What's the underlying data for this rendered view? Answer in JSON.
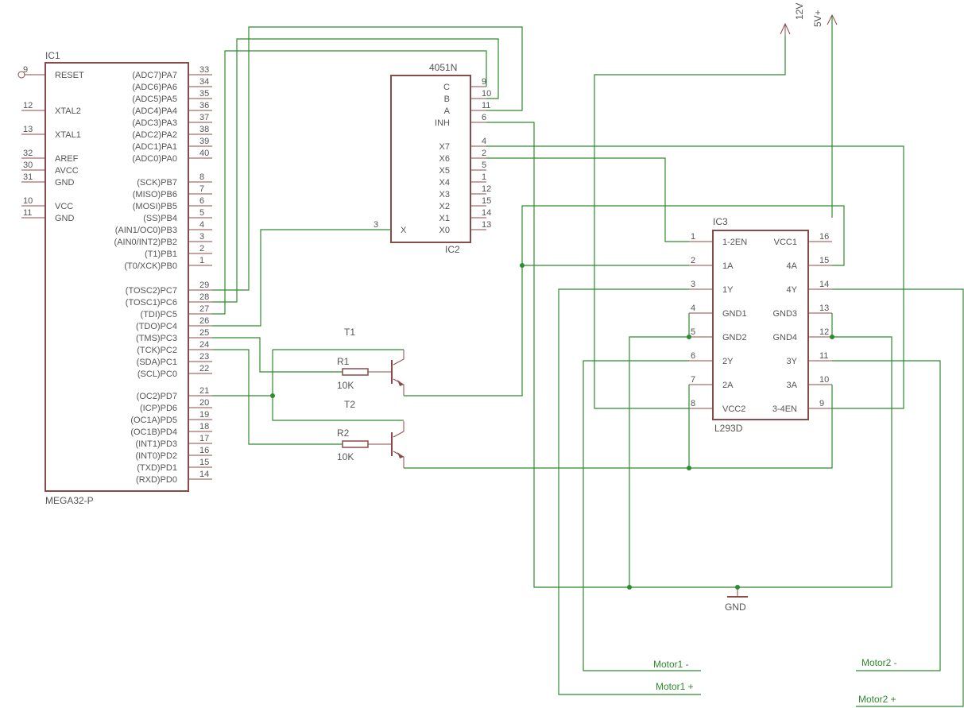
{
  "ic1": {
    "name": "IC1",
    "value": "MEGA32-P",
    "left_pins": [
      {
        "num": "9",
        "label": "RESET"
      },
      {
        "num": "12",
        "label": "XTAL2"
      },
      {
        "num": "13",
        "label": "XTAL1"
      },
      {
        "num": "32",
        "label": "AREF"
      },
      {
        "num": "30",
        "label": "AVCC"
      },
      {
        "num": "31",
        "label": "GND"
      },
      {
        "num": "10",
        "label": "VCC"
      },
      {
        "num": "11",
        "label": "GND"
      }
    ],
    "right_pins": [
      {
        "num": "33",
        "label": "(ADC7)PA7"
      },
      {
        "num": "34",
        "label": "(ADC6)PA6"
      },
      {
        "num": "35",
        "label": "(ADC5)PA5"
      },
      {
        "num": "36",
        "label": "(ADC4)PA4"
      },
      {
        "num": "37",
        "label": "(ADC3)PA3"
      },
      {
        "num": "38",
        "label": "(ADC2)PA2"
      },
      {
        "num": "39",
        "label": "(ADC1)PA1"
      },
      {
        "num": "40",
        "label": "(ADC0)PA0"
      },
      {
        "num": "8",
        "label": "(SCK)PB7"
      },
      {
        "num": "7",
        "label": "(MISO)PB6"
      },
      {
        "num": "6",
        "label": "(MOSI)PB5"
      },
      {
        "num": "5",
        "label": "(SS)PB4"
      },
      {
        "num": "4",
        "label": "(AIN1/OC0)PB3"
      },
      {
        "num": "3",
        "label": "(AIN0/INT2)PB2"
      },
      {
        "num": "2",
        "label": "(T1)PB1"
      },
      {
        "num": "1",
        "label": "(T0/XCK)PB0"
      },
      {
        "num": "29",
        "label": "(TOSC2)PC7"
      },
      {
        "num": "28",
        "label": "(TOSC1)PC6"
      },
      {
        "num": "27",
        "label": "(TDI)PC5"
      },
      {
        "num": "26",
        "label": "(TDO)PC4"
      },
      {
        "num": "25",
        "label": "(TMS)PC3"
      },
      {
        "num": "24",
        "label": "(TCK)PC2"
      },
      {
        "num": "23",
        "label": "(SDA)PC1"
      },
      {
        "num": "22",
        "label": "(SCL)PC0"
      },
      {
        "num": "21",
        "label": "(OC2)PD7"
      },
      {
        "num": "20",
        "label": "(ICP)PD6"
      },
      {
        "num": "19",
        "label": "(OC1A)PD5"
      },
      {
        "num": "18",
        "label": "(OC1B)PD4"
      },
      {
        "num": "17",
        "label": "(INT1)PD3"
      },
      {
        "num": "16",
        "label": "(INT0)PD2"
      },
      {
        "num": "15",
        "label": "(TXD)PD1"
      },
      {
        "num": "14",
        "label": "(RXD)PD0"
      }
    ]
  },
  "ic2": {
    "name": "4051N",
    "value": "IC2",
    "left_pins": [
      {
        "num": "3",
        "label": "X"
      }
    ],
    "right_pins": [
      {
        "num": "9",
        "label": "C"
      },
      {
        "num": "10",
        "label": "B"
      },
      {
        "num": "11",
        "label": "A"
      },
      {
        "num": "6",
        "label": "INH"
      },
      {
        "num": "4",
        "label": "X7"
      },
      {
        "num": "2",
        "label": "X6"
      },
      {
        "num": "5",
        "label": "X5"
      },
      {
        "num": "1",
        "label": "X4"
      },
      {
        "num": "12",
        "label": "X3"
      },
      {
        "num": "15",
        "label": "X2"
      },
      {
        "num": "14",
        "label": "X1"
      },
      {
        "num": "13",
        "label": "X0"
      }
    ]
  },
  "ic3": {
    "name": "IC3",
    "value": "L293D",
    "left_pins": [
      {
        "num": "1",
        "label": "1-2EN"
      },
      {
        "num": "2",
        "label": "1A"
      },
      {
        "num": "3",
        "label": "1Y"
      },
      {
        "num": "4",
        "label": "GND1"
      },
      {
        "num": "5",
        "label": "GND2"
      },
      {
        "num": "6",
        "label": "2Y"
      },
      {
        "num": "7",
        "label": "2A"
      },
      {
        "num": "8",
        "label": "VCC2"
      }
    ],
    "right_pins": [
      {
        "num": "16",
        "label": "VCC1"
      },
      {
        "num": "15",
        "label": "4A"
      },
      {
        "num": "14",
        "label": "4Y"
      },
      {
        "num": "13",
        "label": "GND3"
      },
      {
        "num": "12",
        "label": "GND4"
      },
      {
        "num": "11",
        "label": "3Y"
      },
      {
        "num": "10",
        "label": "3A"
      },
      {
        "num": "9",
        "label": "3-4EN"
      }
    ]
  },
  "transistors": [
    {
      "name": "T1",
      "resistor": "R1",
      "resistor_value": "10K"
    },
    {
      "name": "T2",
      "resistor": "R2",
      "resistor_value": "10K"
    }
  ],
  "supplies": {
    "v12": "12V",
    "v5": "5V+",
    "gnd": "GND"
  },
  "motor_labels": {
    "motor1_minus": "Motor1 -",
    "motor1_plus": "Motor1 +",
    "motor2_minus": "Motor2 -",
    "motor2_plus": "Motor2 +"
  },
  "colors": {
    "component": "#8b4a4a",
    "wire": "#2e8b2e",
    "text": "#555555"
  }
}
